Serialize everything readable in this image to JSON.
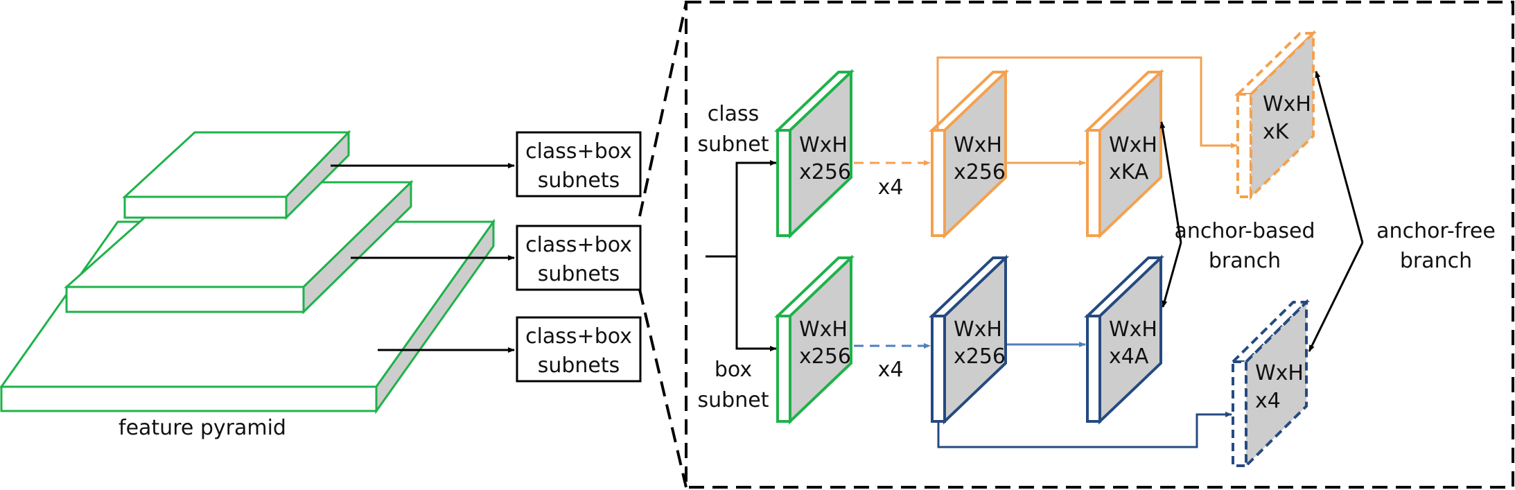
{
  "colors": {
    "green": "#1EB24A",
    "orange": "#F4A14F",
    "blue": "#254A80",
    "blue_light": "#4F7FBD",
    "gray": "#CDCDCD",
    "black": "#000000"
  },
  "pyramid": {
    "label": "feature pyramid",
    "subnet_boxes": [
      {
        "line1": "class+box",
        "line2": "subnets"
      },
      {
        "line1": "class+box",
        "line2": "subnets"
      },
      {
        "line1": "class+box",
        "line2": "subnets"
      }
    ]
  },
  "detail": {
    "class_subnet": {
      "line1": "class",
      "line2": "subnet"
    },
    "box_subnet": {
      "line1": "box",
      "line2": "subnet"
    },
    "tensors": {
      "class_in": {
        "line1": "WxH",
        "line2": "x256"
      },
      "box_in": {
        "line1": "WxH",
        "line2": "x256"
      },
      "class_mid": {
        "line1": "WxH",
        "line2": "x256"
      },
      "box_mid": {
        "line1": "WxH",
        "line2": "x256"
      },
      "class_out": {
        "line1": "WxH",
        "line2": "xKA"
      },
      "box_out": {
        "line1": "WxH",
        "line2": "x4A"
      },
      "af_class": {
        "line1": "WxH",
        "line2": "xK"
      },
      "af_box": {
        "line1": "WxH",
        "line2": "x4"
      }
    },
    "repeat_class": "x4",
    "repeat_box": "x4",
    "anchor_based": {
      "line1": "anchor-based",
      "line2": "branch"
    },
    "anchor_free": {
      "line1": "anchor-free",
      "line2": "branch"
    }
  }
}
